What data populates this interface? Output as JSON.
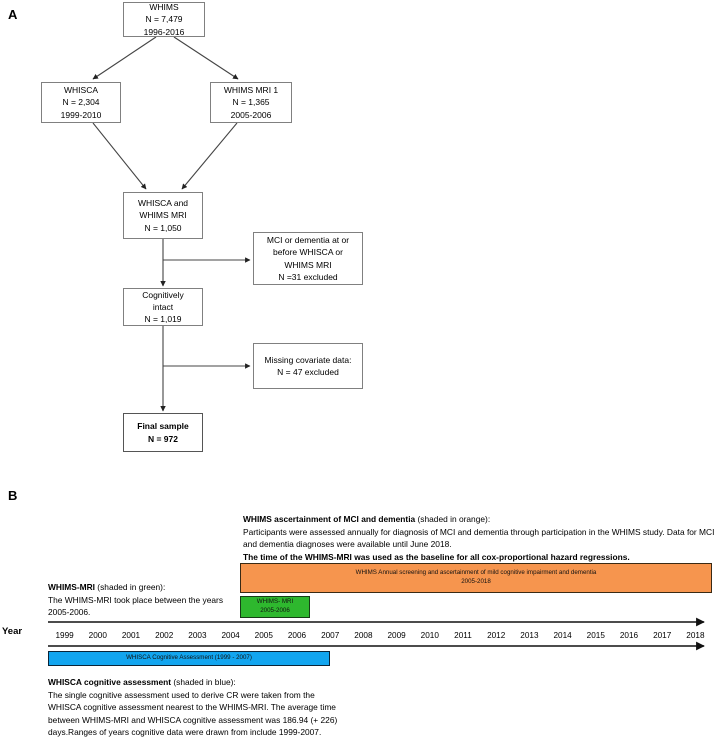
{
  "panels": {
    "a_letter": "A",
    "b_letter": "B"
  },
  "flowchart": {
    "nodes": [
      {
        "id": "whims",
        "lines": [
          "WHIMS",
          "N = 7,479",
          "1996-2016"
        ]
      },
      {
        "id": "whisca",
        "lines": [
          "WHISCA",
          "N = 2,304",
          "1999-2010"
        ]
      },
      {
        "id": "whims_mri1",
        "lines": [
          "WHIMS MRI 1",
          "N = 1,365",
          "2005-2006"
        ]
      },
      {
        "id": "combined",
        "lines": [
          "WHISCA and",
          "WHIMS MRI",
          "N = 1,050"
        ]
      },
      {
        "id": "excl_mci",
        "lines": [
          "MCI or dementia at or",
          "before WHISCA or",
          "WHIMS MRI",
          "N =31 excluded"
        ]
      },
      {
        "id": "intact",
        "lines": [
          "Cognitively",
          "intact",
          "N = 1,019"
        ]
      },
      {
        "id": "excl_cov",
        "lines": [
          "Missing covariate data:",
          "N = 47 excluded"
        ]
      },
      {
        "id": "final",
        "lines": [
          "Final sample",
          "N = 972"
        ]
      }
    ]
  },
  "timeline": {
    "axis_title": "Year",
    "years": [
      "1999",
      "2000",
      "2001",
      "2002",
      "2003",
      "2004",
      "2005",
      "2006",
      "2007",
      "2008",
      "2009",
      "2010",
      "2011",
      "2012",
      "2013",
      "2014",
      "2015",
      "2016",
      "2017",
      "2018"
    ],
    "notes": {
      "orange": {
        "heading": "WHIMS ascertainment of MCI and dementia",
        "heading_suffix": " (shaded in orange):",
        "body": "Participants were assessed annually for diagnosis of MCI and dementia through participation in the WHIMS study. Data for MCI and dementia diagnoses were available until June 2018.",
        "bold_line": "The time of the WHIMS-MRI was used as the baseline for all cox-proportional hazard regressions."
      },
      "green": {
        "heading": "WHIMS-MRI",
        "heading_suffix": " (shaded in green):",
        "body": "The WHIMS-MRI took place between the years 2005-2006."
      },
      "blue": {
        "heading": "WHISCA cognitive assessment",
        "heading_suffix": " (shaded in blue):",
        "body": "The single cognitive assessment used to derive CR were taken from the WHISCA cognitive assessment nearest to the WHIMS-MRI. The average time between WHIMS-MRI and WHISCA cognitive assessment was 186.94 (+ 226) days.Ranges of years cognitive data were drawn from include 1999-2007."
      }
    },
    "bars": [
      {
        "id": "orange-bar",
        "line1": "WHIMS Annual screening and ascertainment of mild cognitive impairment and dementia",
        "line2": "2005-2018",
        "color": "#F6954E"
      },
      {
        "id": "green-bar",
        "line1": "WHIMS- MRI",
        "line2": "2005-2006",
        "color": "#2EB82E"
      },
      {
        "id": "blue-bar",
        "line1": "WHISCA Cognitive Assessment (1999 - 2007)",
        "line2": "",
        "color": "#12A5EF"
      }
    ]
  },
  "colors": {
    "orange": "#F6954E",
    "green": "#2EB82E",
    "blue": "#12A5EF",
    "box_border": "#808080",
    "line": "#222222"
  }
}
